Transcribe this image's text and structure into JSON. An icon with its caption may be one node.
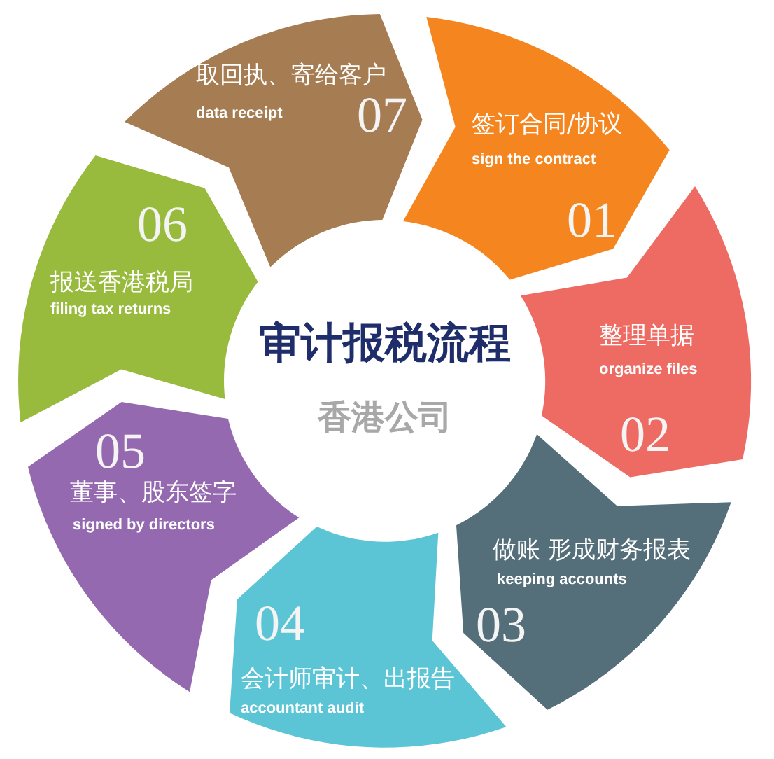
{
  "diagram": {
    "nodes": [
      {
        "text": [
          "审计报税流程",
          "香港公司"
        ]
      },
      {
        "text": [
          "签订合同/协议",
          "sign the contract",
          "01"
        ]
      },
      {
        "text": [
          "整理单据",
          "organize files",
          "02"
        ]
      },
      {
        "text": [
          "做账 形成财务报表",
          "keeping accounts",
          "03"
        ]
      },
      {
        "text": [
          "04",
          "会计师审计、出报告",
          "accountant audit"
        ]
      },
      {
        "text": [
          "05",
          "董事、股东签字",
          "signed by directors"
        ]
      },
      {
        "text": [
          "06",
          "报送香港税局",
          "filing tax returns"
        ]
      },
      {
        "text": [
          "取回执、寄给客户",
          "data receipt",
          "07"
        ]
      }
    ]
  }
}
